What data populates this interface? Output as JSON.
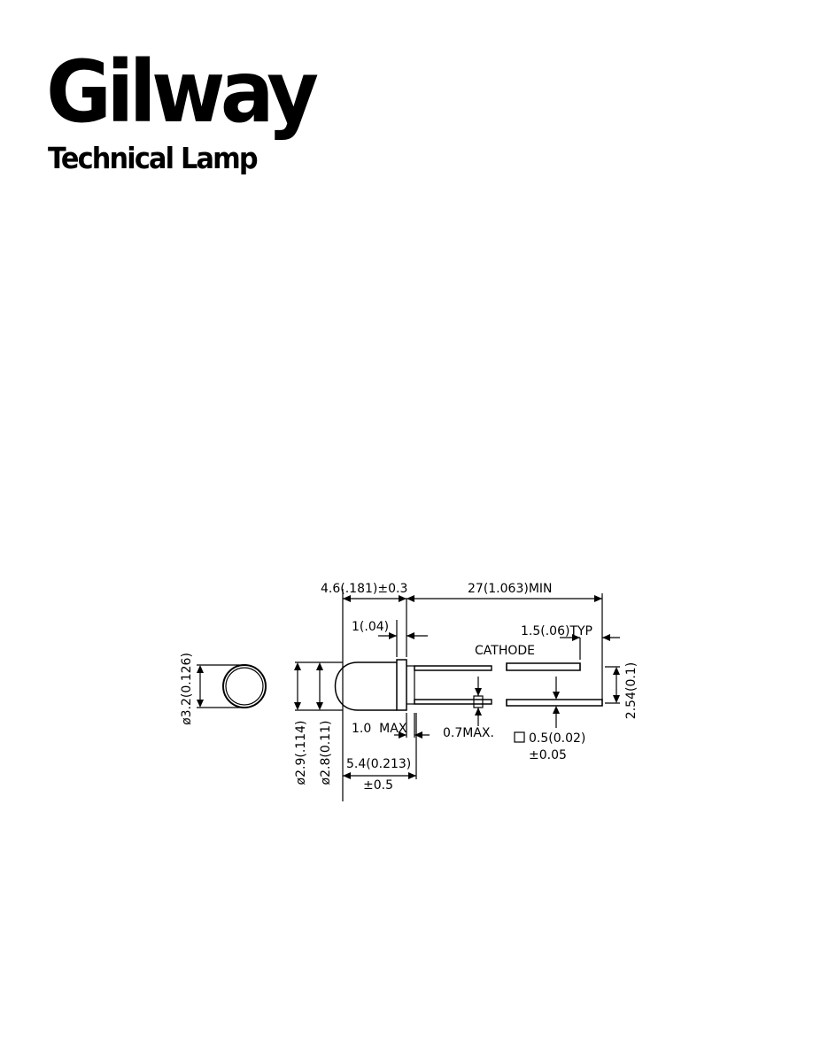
{
  "logo": {
    "brand": "Gilway",
    "tagline": "Technical Lamp"
  },
  "drawing": {
    "lens_diameter": "ø3.2(0.126)",
    "flange_length": "4.6(.181)±0.3",
    "lead_length": "27(1.063)MIN",
    "flange_thickness": "1(.04)",
    "lead_end": "1.5(.06)TYP",
    "cathode_label": "CATHODE",
    "lead_spacing": "2.54(0.1)",
    "body_diameter_1": "ø2.9(.114)",
    "body_diameter_2": "ø2.8(0.11)",
    "one_max": "1.0  MAX",
    "seven_max": "0.7MAX.",
    "lead_square": "0.5(0.02)",
    "lead_square_tol": "±0.05",
    "overall_length": "5.4(0.213)",
    "overall_length_tol": "±0.5"
  }
}
